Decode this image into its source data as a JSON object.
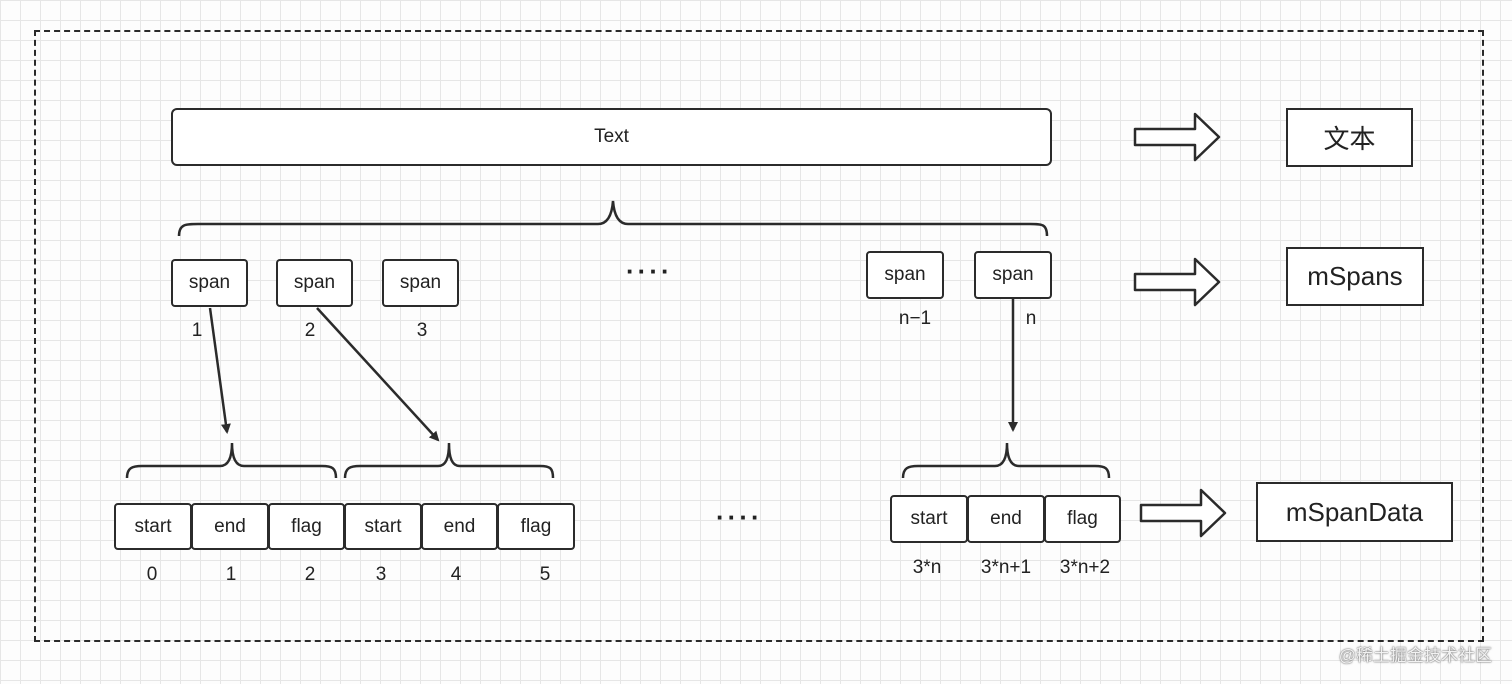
{
  "text_box": {
    "label": "Text"
  },
  "right_labels": {
    "text": "文本",
    "spans": "mSpans",
    "span_data": "mSpanData"
  },
  "spans": [
    {
      "label": "span",
      "index": "1"
    },
    {
      "label": "span",
      "index": "2"
    },
    {
      "label": "span",
      "index": "3"
    },
    {
      "label": "span",
      "index": "n−1"
    },
    {
      "label": "span",
      "index": "n"
    }
  ],
  "ellipsis": {
    "spans": "····",
    "data": "····"
  },
  "span_data_left": [
    {
      "label": "start",
      "index": "0"
    },
    {
      "label": "end",
      "index": "1"
    },
    {
      "label": "flag",
      "index": "2"
    },
    {
      "label": "start",
      "index": "3"
    },
    {
      "label": "end",
      "index": "4"
    },
    {
      "label": "flag",
      "index": "5"
    }
  ],
  "span_data_right": [
    {
      "label": "start",
      "index": "3*n"
    },
    {
      "label": "end",
      "index": "3*n+1"
    },
    {
      "label": "flag",
      "index": "3*n+2"
    }
  ],
  "watermark": "@稀土掘金技术社区"
}
